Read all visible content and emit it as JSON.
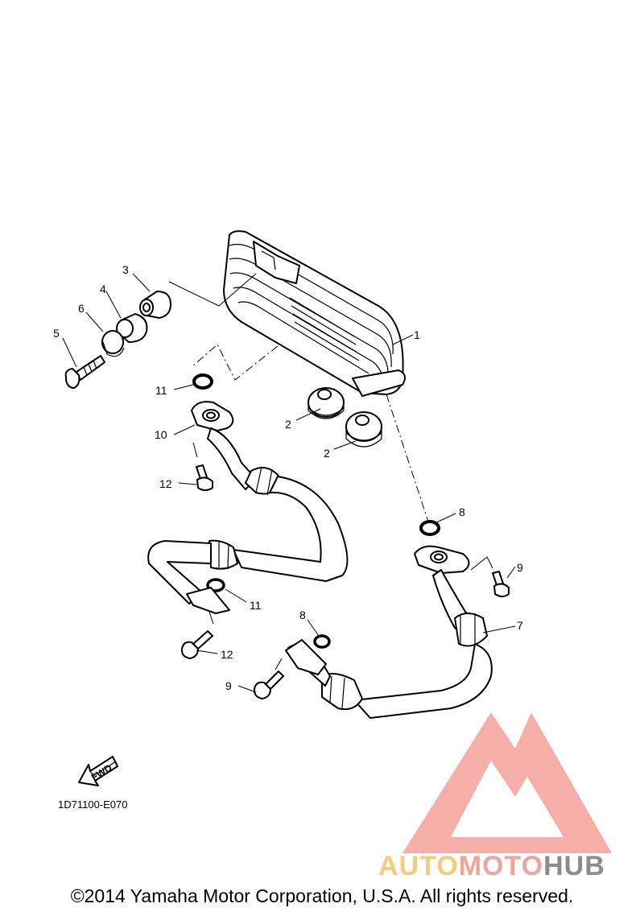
{
  "diagram": {
    "callouts": [
      "1",
      "2",
      "2",
      "3",
      "4",
      "5",
      "6",
      "7",
      "8",
      "8",
      "9",
      "9",
      "10",
      "11",
      "11",
      "12",
      "12"
    ],
    "fwd_label": "FWD",
    "drawing_code": "1D71100-E070",
    "copyright": "©2014 Yamaha Motor Corporation, U.S.A. All rights reserved."
  },
  "watermark": {
    "word_1": "AUTO",
    "word_2": "MOTO",
    "word_3": "HUB",
    "colors": {
      "logo": "#f4a29a",
      "auto": "#f7c97a",
      "moto": "#f2a39b",
      "hub": "#8c8c8c"
    }
  }
}
